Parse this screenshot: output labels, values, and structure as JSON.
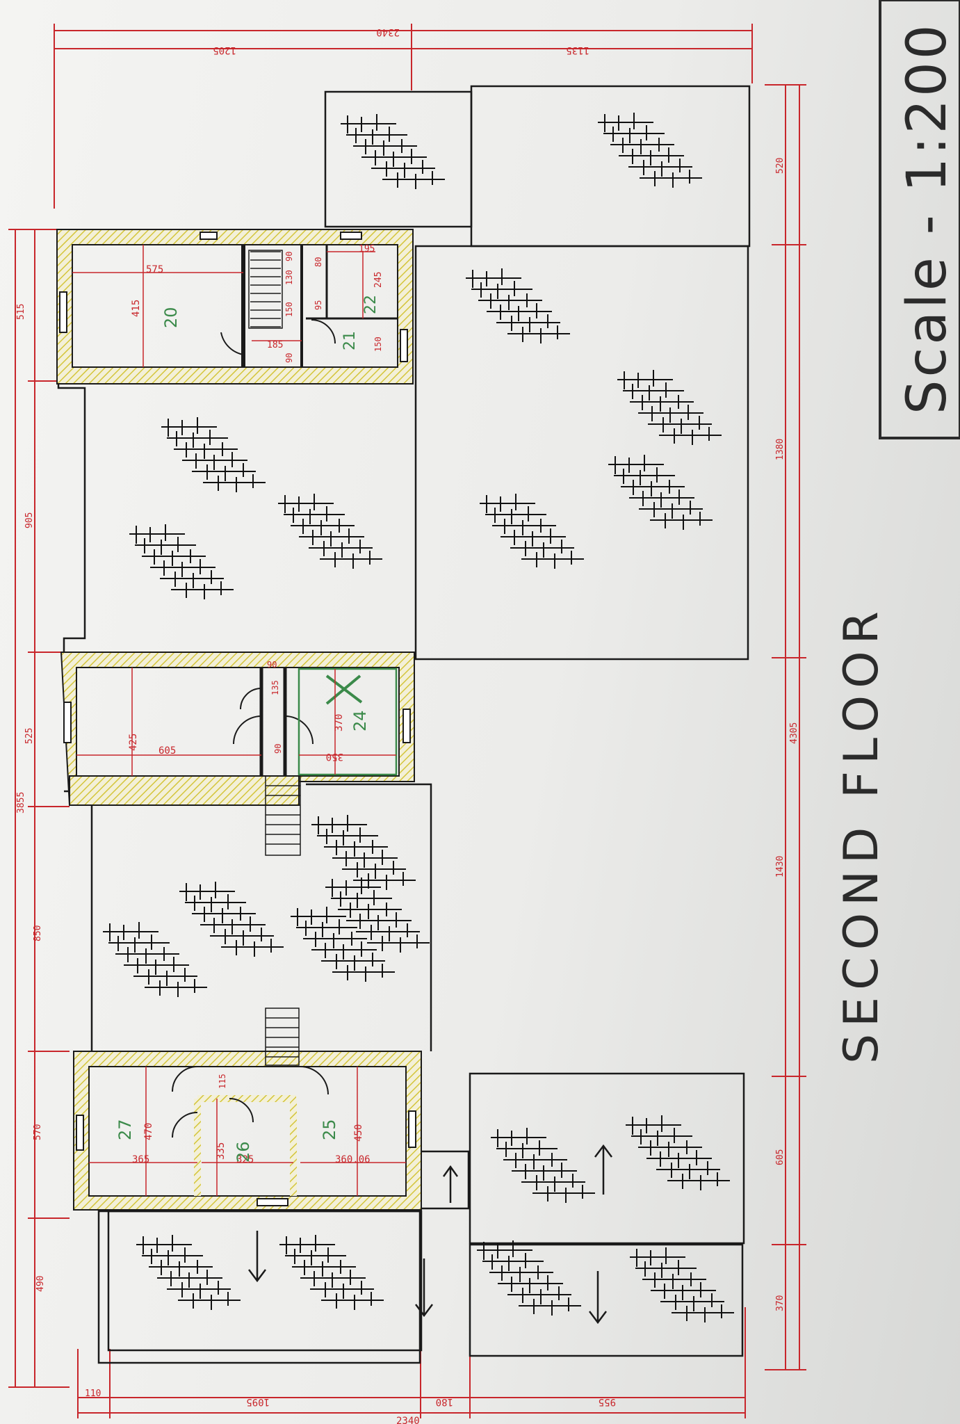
{
  "plan": {
    "title": "SECOND FLOOR",
    "scale": "Scale - 1:200"
  },
  "dimensions": {
    "top_total": "2340",
    "top_left": "1205",
    "top_right": "1135",
    "bottom_total": "2340",
    "bottom_left": "1095",
    "bottom_mid": "180",
    "bottom_right": "955",
    "bottom_corner": "110",
    "left_total": "3855",
    "left_1": "515",
    "left_2": "905",
    "left_3": "525",
    "left_4": "850",
    "left_5": "570",
    "left_6": "490",
    "right_total": "4305",
    "right_1": "520",
    "right_2": "1380",
    "right_3": "1430",
    "right_4": "605",
    "right_5": "370"
  },
  "rooms": {
    "r20": {
      "number": "20",
      "w": "575",
      "h": "415"
    },
    "r21": {
      "number": "21",
      "a": "185",
      "b": "95"
    },
    "r22": {
      "number": "22",
      "a": "195",
      "b": "245",
      "c": "150"
    },
    "stair_top": {
      "a": "150",
      "b": "90",
      "c": "130",
      "d": "80",
      "e": "90"
    },
    "r24": {
      "number": "24",
      "w": "350",
      "h": "370"
    },
    "hall_mid": {
      "a": "90",
      "b": "135",
      "c": "90",
      "d": "425",
      "e": "605"
    },
    "r25": {
      "number": "25",
      "w": "360.06",
      "h": "450"
    },
    "r26": {
      "number": "26",
      "w": "325",
      "h": "335"
    },
    "r27": {
      "number": "27",
      "w": "365",
      "h": "470"
    },
    "hall_bottom": {
      "a": "115"
    }
  },
  "colors": {
    "dimension_red": "#c8262b",
    "room_green": "#3b8a4a",
    "wall_hatch": "#d4c53a",
    "line": "#1a1a1a"
  }
}
